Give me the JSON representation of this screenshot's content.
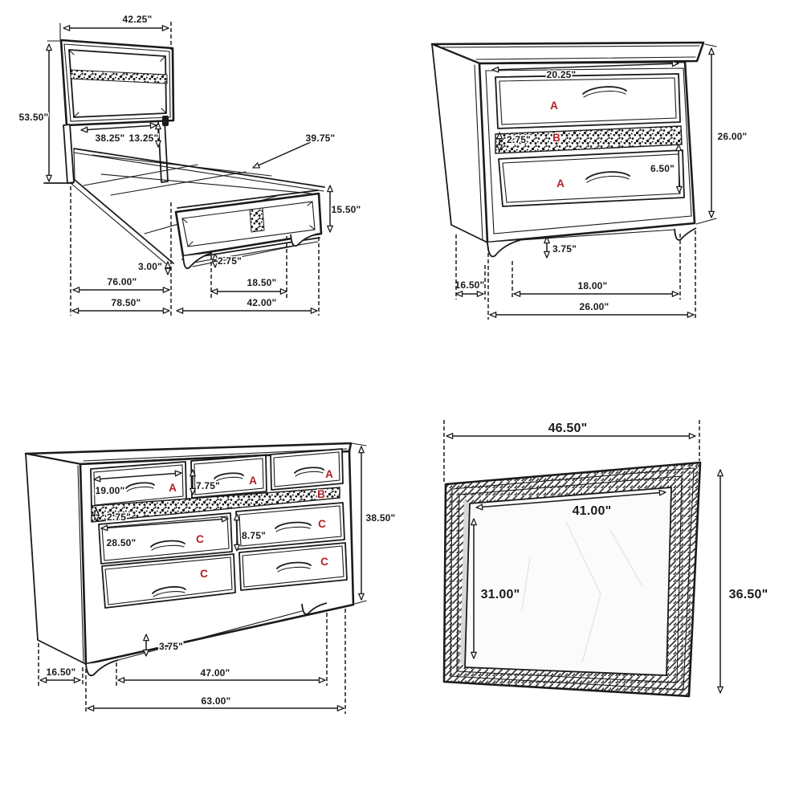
{
  "colors": {
    "line": "#1b1b1b",
    "letter_red": "#b22026",
    "background": "#ffffff"
  },
  "bed": {
    "headboard_width": "42.25\"",
    "overall_height": "53.50\"",
    "headboard_panel_width": "38.25\"",
    "headboard_base_height": "13.25\"",
    "length_diagonal": "39.75\"",
    "footboard_height": "15.50\"",
    "rail_height": "3.00\"",
    "foot_clearance": "2.75\"",
    "frame_length": "76.00\"",
    "drawer_front_width": "18.50\"",
    "overall_length": "78.50\"",
    "overall_width": "42.00\""
  },
  "nightstand": {
    "top_width": "20.25\"",
    "band_height": "2.75\"",
    "drawer_height": "6.50\"",
    "overall_height": "26.00\"",
    "foot_height": "3.75\"",
    "depth": "16.50\"",
    "foot_span": "18.00\"",
    "overall_width": "26.00\"",
    "labels": {
      "top_drawer": "A",
      "band": "B",
      "bottom_drawer": "A"
    }
  },
  "dresser": {
    "top_drawer_width": "19.00\"",
    "top_drawer_height": "7.75\"",
    "band_height": "2.75\"",
    "big_drawer_width": "28.50\"",
    "big_drawer_height": "8.75\"",
    "overall_height": "38.50\"",
    "foot_height": "3.75\"",
    "depth": "16.50\"",
    "foot_span": "47.00\"",
    "overall_width": "63.00\"",
    "labels": {
      "top_left": "A",
      "top_center": "A",
      "top_right": "A",
      "band": "B",
      "mid_left": "C",
      "mid_right": "C",
      "bottom_left": "C",
      "bottom_right": "C"
    }
  },
  "mirror": {
    "overall_width": "46.50\"",
    "glass_width": "41.00\"",
    "glass_height": "31.00\"",
    "overall_height": "36.50\""
  }
}
